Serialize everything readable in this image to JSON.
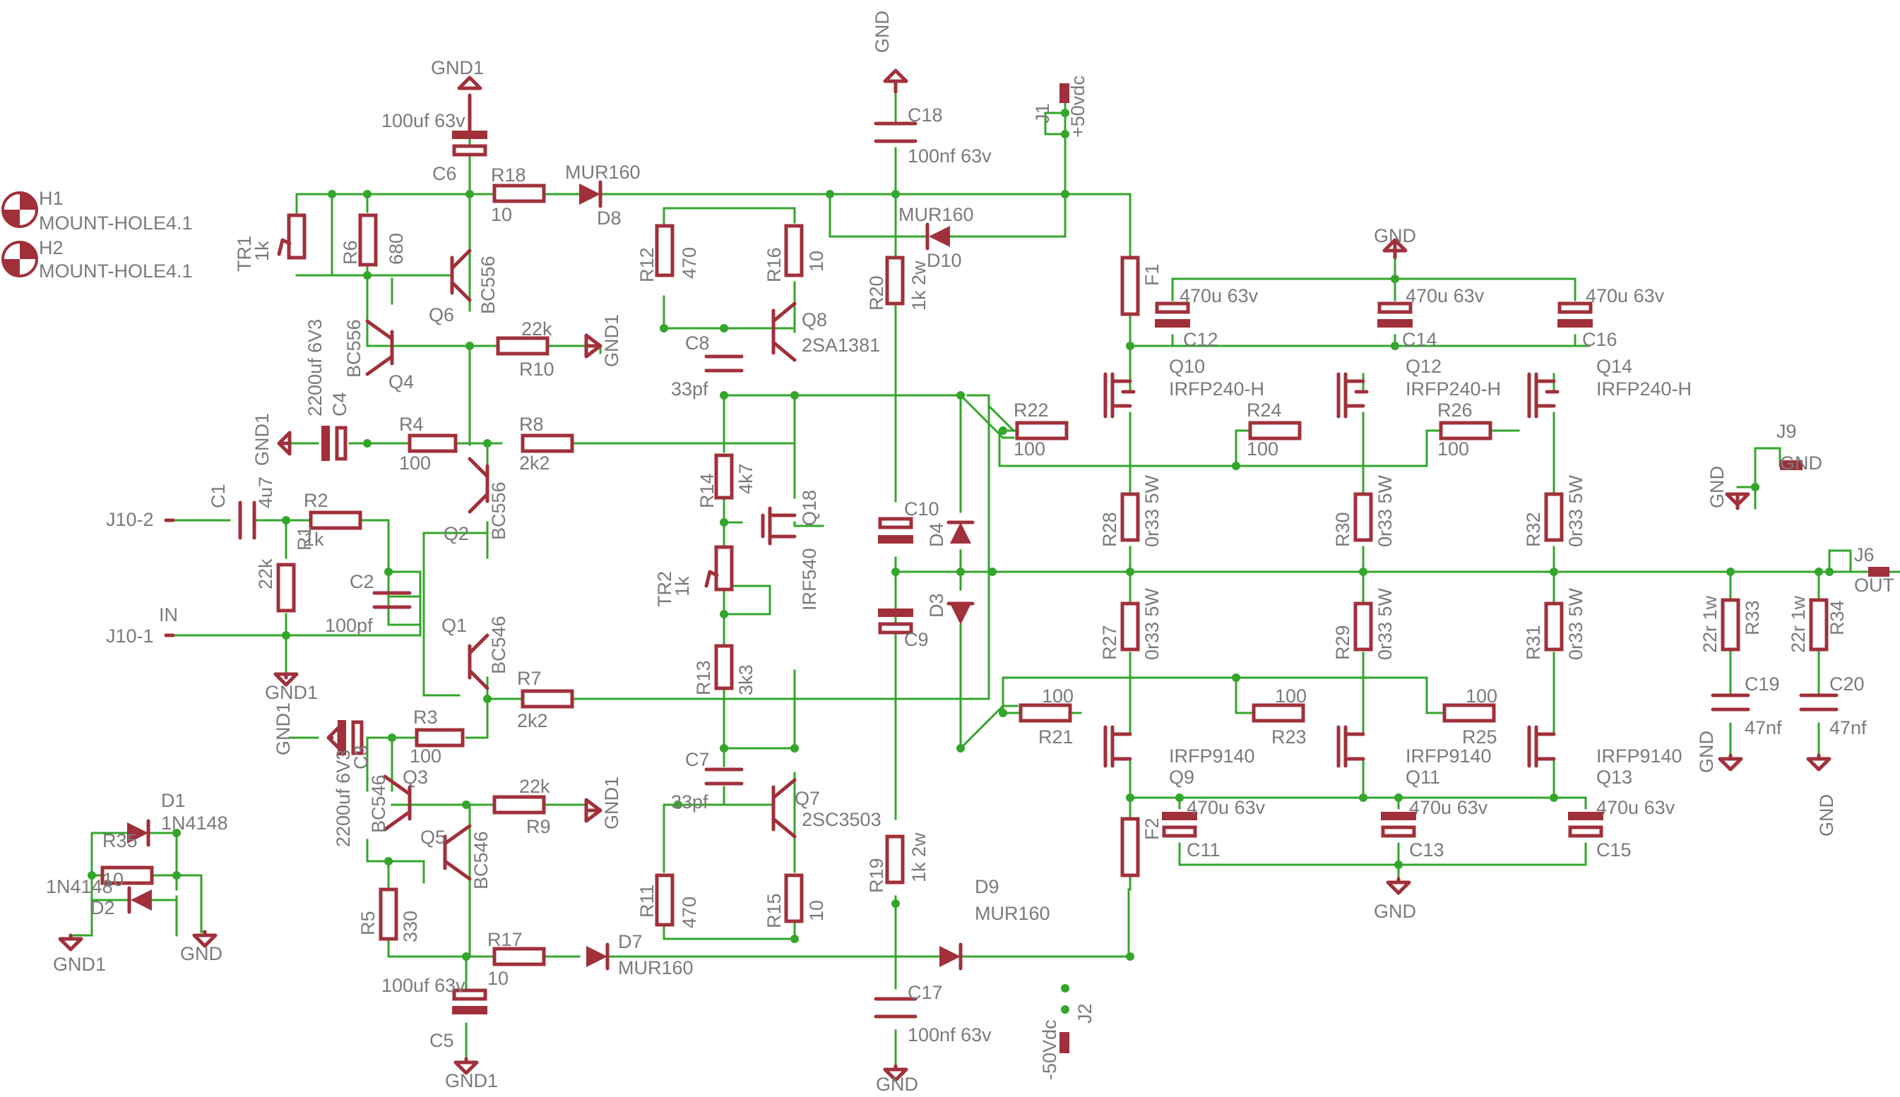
{
  "colors": {
    "wire": "#33a62b",
    "component": "#a0303a",
    "text": "#7a7a7a",
    "background": "#ffffff"
  },
  "labels": {
    "h1": "H1",
    "h1v": "MOUNT-HOLE4.1",
    "h2": "H2",
    "h2v": "MOUNT-HOLE4.1",
    "gnd1_c6": "GND1",
    "c6v": "100uf 63v",
    "c6": "C6",
    "r18": "R18",
    "r18v": "10",
    "d8v": "MUR160",
    "d8": "D8",
    "tr1": "TR1",
    "tr1v": "1k",
    "r6": "R6",
    "r6v": "680",
    "q6": "Q6",
    "q6v": "BC556",
    "r10v": "22k",
    "r10": "R10",
    "gnd1_r10": "GND1",
    "q4v": "BC556",
    "q4": "Q4",
    "c4v": "2200uf 6V3",
    "c4": "C4",
    "gnd1_c4": "GND1",
    "r4": "R4",
    "r4v": "100",
    "r8": "R8",
    "r8v": "2k2",
    "c1": "C1",
    "c1v": "4u7",
    "r2": "R2",
    "r2v": "1k",
    "j102": "J10-2",
    "r1v": "22k",
    "r1": "R1",
    "c2": "C2",
    "c2v": "100pf",
    "in": "IN",
    "j101": "J10-1",
    "gnd1_r1": "GND1",
    "q2": "Q2",
    "q2v": "BC556",
    "q1": "Q1",
    "q1v": "BC546",
    "r7": "R7",
    "r7v": "2k2",
    "gnd1_c3": "GND1",
    "c3v": "2200uf 6V3",
    "c3": "C3",
    "r3": "R3",
    "r3v": "100",
    "q3": "Q3",
    "q3v": "BC546",
    "r9v": "22k",
    "r9": "R9",
    "gnd1_r9": "GND1",
    "q5": "Q5",
    "q5v": "BC546",
    "r5": "R5",
    "r5v": "330",
    "r17": "R17",
    "r17v": "10",
    "d7": "D7",
    "d7v": "MUR160",
    "c5v": "100uf 63v",
    "c5": "C5",
    "gnd1_c5": "GND1",
    "d1": "D1",
    "d1v": "1N4148",
    "r35": "R35",
    "r35v": "10",
    "d2v": "1N4148",
    "d2": "D2",
    "gnd1_d": "GND1",
    "gnd_d": "GND",
    "r12": "R12",
    "r12v": "470",
    "r16": "R16",
    "r16v": "10",
    "q8": "Q8",
    "q8v": "2SA1381",
    "c8": "C8",
    "c8v": "33pf",
    "r14": "R14",
    "r14v": "4k7",
    "q18": "Q18",
    "q18v": "IRF540",
    "tr2": "TR2",
    "tr2v": "1k",
    "r13": "R13",
    "r13v": "3k3",
    "c7": "C7",
    "c7v": "33pf",
    "q7": "Q7",
    "q7v": "2SC3503",
    "r11": "R11",
    "r11v": "470",
    "r15": "R15",
    "r15v": "10",
    "gnd_top": "GND",
    "c18": "C18",
    "c18v": "100nf 63v",
    "r20": "R20",
    "r20v": "1k 2w",
    "d10v": "MUR160",
    "d10": "D10",
    "c10": "C10",
    "c9": "C9",
    "d4": "D4",
    "d3": "D3",
    "r19": "R19",
    "r19v": "1k 2w",
    "d9": "D9",
    "d9v": "MUR160",
    "c17": "C17",
    "c17v": "100nf 63v",
    "gnd_bot": "GND",
    "j1": "J1",
    "plus50": "+50vdc",
    "j2": "J2",
    "minus50": "-50Vdc",
    "f1": "F1",
    "f2": "F2",
    "gnd_caps": "GND",
    "gnd_caps2": "GND",
    "c12": "C12",
    "c12v": "470u 63v",
    "c14": "C14",
    "c14v": "470u 63v",
    "c16": "C16",
    "c16v": "470u 63v",
    "c11": "C11",
    "c11v": "470u 63v",
    "c13": "C13",
    "c13v": "470u 63v",
    "c15": "C15",
    "c15v": "470u 63v",
    "q10": "Q10",
    "q10v": "IRFP240-H",
    "q12": "Q12",
    "q12v": "IRFP240-H",
    "q14": "Q14",
    "q14v": "IRFP240-H",
    "q9": "Q9",
    "q9v": "IRFP9140",
    "q11": "Q11",
    "q11v": "IRFP9140",
    "q13": "Q13",
    "q13v": "IRFP9140",
    "r22": "R22",
    "r22v": "100",
    "r24": "R24",
    "r24v": "100",
    "r26": "R26",
    "r26v": "100",
    "r21": "R21",
    "r21v": "100",
    "r23": "R23",
    "r23v": "100",
    "r25": "R25",
    "r25v": "100",
    "r28": "R28",
    "r28v": "0r33 5W",
    "r30": "R30",
    "r30v": "0r33 5W",
    "r32": "R32",
    "r32v": "0r33 5W",
    "r27": "R27",
    "r27v": "0r33 5W",
    "r29": "R29",
    "r29v": "0r33 5W",
    "r31": "R31",
    "r31v": "0r33 5W",
    "j9": "J9",
    "gnd_j9a": "GND",
    "gnd_j9b": "GND",
    "j6": "J6",
    "out": "OUT",
    "r33": "R33",
    "r33v": "22r 1w",
    "r34": "R34",
    "r34v": "22r 1w",
    "c19": "C19",
    "c19v": "47nf",
    "c20": "C20",
    "c20v": "47nf",
    "gnd_c19": "GND",
    "gnd_c20": "GND"
  }
}
